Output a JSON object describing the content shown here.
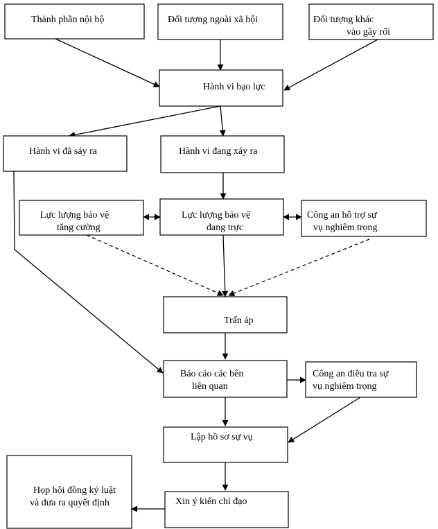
{
  "nodes": {
    "internal": [
      "Thành phần nội bộ"
    ],
    "external": [
      "Đối tượng ngoài xã hội"
    ],
    "other": [
      "Đối tượng khác",
      "vào gây rối"
    ],
    "violence": [
      "Hành vi bạo lực"
    ],
    "occurred": [
      "Hành vi đã sảy ra"
    ],
    "occurring": [
      "Hành vi đang xảy ra"
    ],
    "reinforce": [
      "Lực lượng bảo vệ",
      "tăng cường"
    ],
    "on_duty": [
      "Lực lượng bảo vệ",
      "đang trực"
    ],
    "police_support": [
      "Công an hỗ trợ sự",
      "vụ nghiêm trọng"
    ],
    "suppress": [
      "Trấn áp"
    ],
    "report": [
      "Báo cáo các bên",
      "liên quan"
    ],
    "police_investigate": [
      "Công an điều tra sự",
      "vụ nghiêm trọng"
    ],
    "file": [
      "Lập hồ sơ sự vụ"
    ],
    "council": [
      "Họp hội đồng kỷ luật",
      "và đưa ra quyết định"
    ],
    "guidance": [
      "Xin ý kiến chỉ đạo"
    ]
  }
}
